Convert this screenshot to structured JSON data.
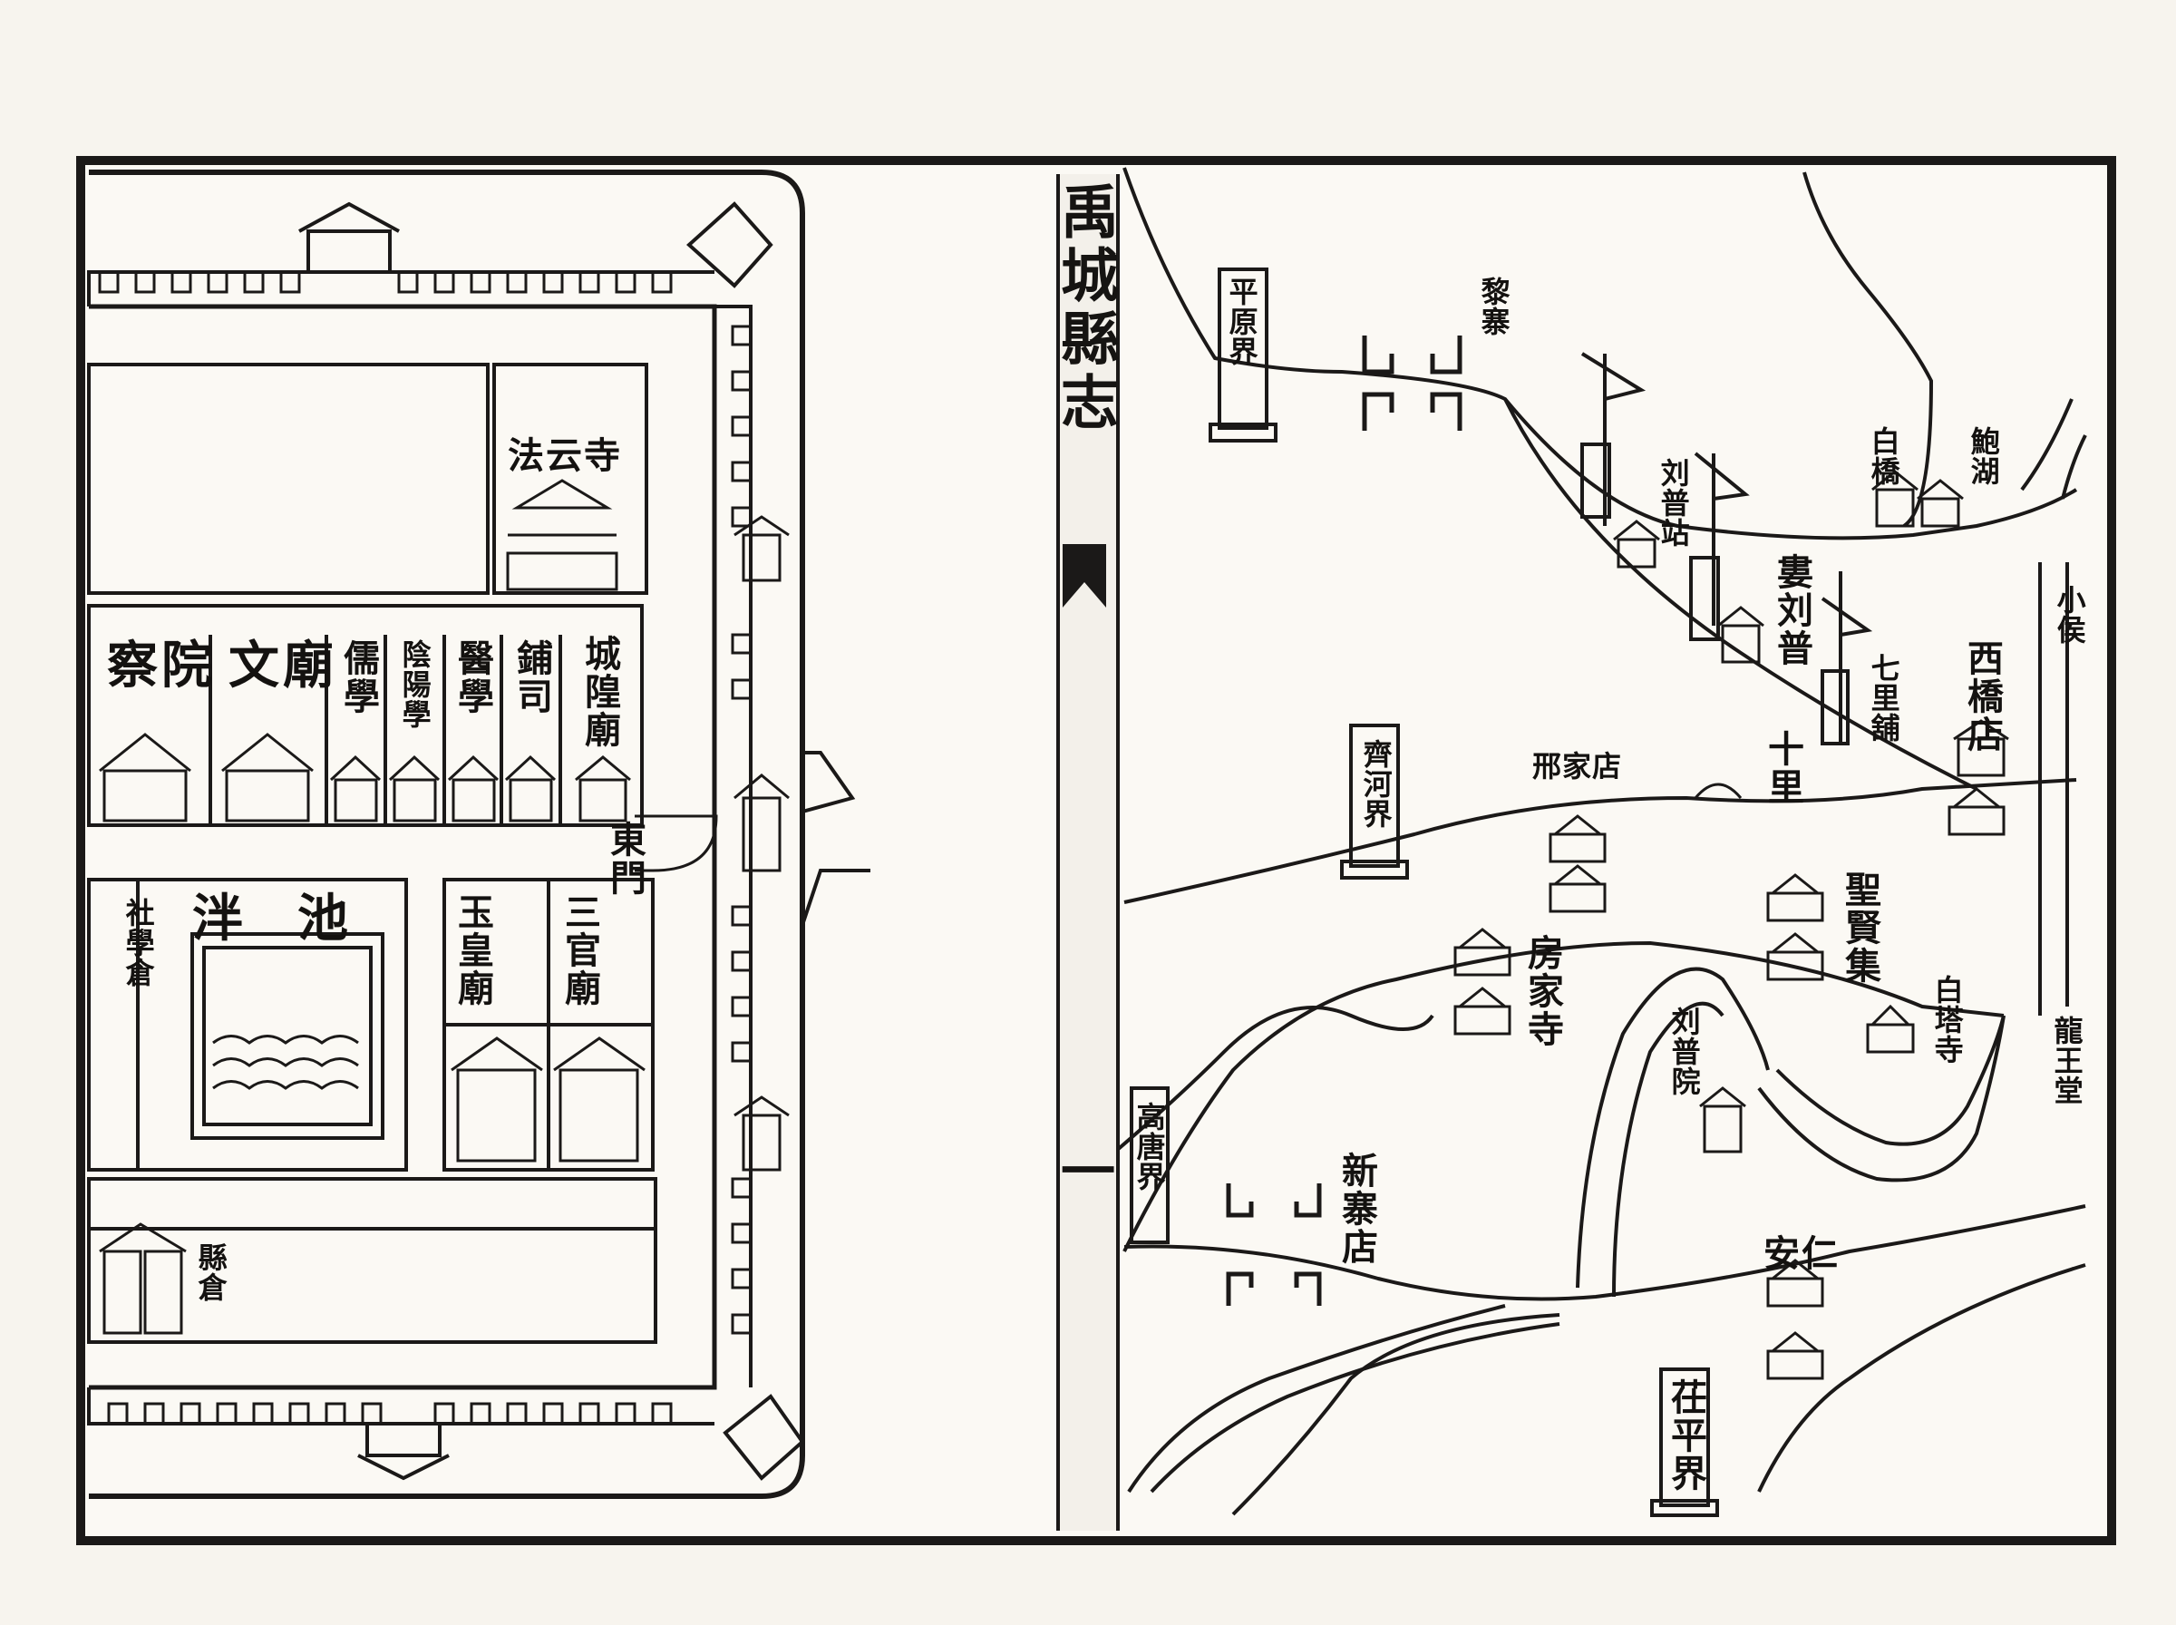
{
  "book": {
    "title": "禹城縣志",
    "folio": "一"
  },
  "city": {
    "temple_yunsi": "法云寺",
    "row_buildings": [
      "察院",
      "文廟",
      "儒學",
      "陰陽學",
      "醫學",
      "鋪司",
      "城隍廟"
    ],
    "gate_east": "東門",
    "pan_pond": "泮池",
    "yuhuang": "玉皇廟",
    "sanguan": "三官廟",
    "west_small": "社學倉",
    "south_small": "縣倉"
  },
  "map": {
    "pingyuan_jie": "平原界",
    "lizhai": "黎寨",
    "liu_pu_zhan": "刘普站",
    "lou_liupu": "婁刘普",
    "baiqiao": "白橋",
    "chaohu": "鮑湖",
    "xiaohou": "小侯",
    "qili_pu": "七里舖",
    "xiqiao_dian": "西橋店",
    "xingjia_dian": "邢家店",
    "shili": "十里",
    "qihe_jie": "齊河界",
    "shengxian_ji": "聖賢集",
    "fangjia_si": "房家寺",
    "baita_si": "白塔寺",
    "liuyuan": "刘普院",
    "longwang_tang": "龍王堂",
    "gaotang_jie": "高唐界",
    "xinzhai_dian": "新寨店",
    "anren": "安仁",
    "chiping_jie": "茌平界"
  }
}
